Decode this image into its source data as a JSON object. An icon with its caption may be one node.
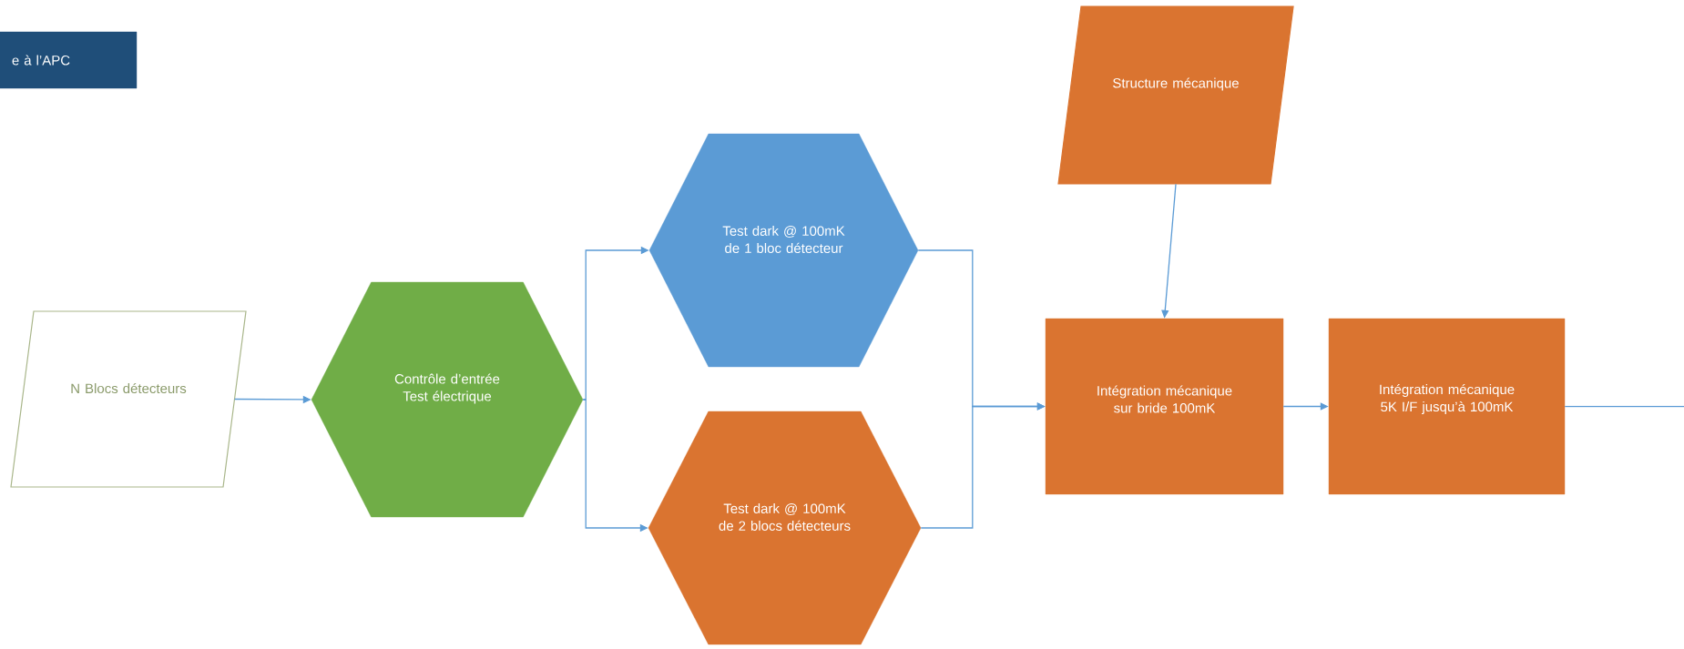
{
  "diagram": {
    "nodes": [
      {
        "text": [
          "e à l’APC"
        ]
      },
      {
        "text": [
          "N Blocs détecteurs"
        ]
      },
      {
        "text": [
          "Contrôle d’entrée Test électrique"
        ]
      },
      {
        "text": [
          "Test dark @ 100mK de 1 bloc détecteur"
        ]
      },
      {
        "text": [
          "Test dark @ 100mK de 2 blocs détecteurs"
        ]
      },
      {
        "text": [
          "Structure mécanique"
        ]
      },
      {
        "text": [
          "Intégration mécanique sur bride 100mK"
        ]
      },
      {
        "text": [
          "Intégration mécanique 5K I/F jusqu’à 100mK"
        ]
      }
    ],
    "edges": [
      {
        "from": 1,
        "to": 2,
        "arrow": "to"
      },
      {
        "from": 2,
        "to": 3,
        "arrow": "to"
      },
      {
        "from": 2,
        "to": 4,
        "arrow": "to"
      },
      {
        "from": 3,
        "to": 6,
        "arrow": "to"
      },
      {
        "from": 4,
        "to": 6,
        "arrow": "to"
      },
      {
        "from": 5,
        "to": 6,
        "arrow": "to"
      },
      {
        "from": 6,
        "to": 7,
        "arrow": "to"
      },
      {
        "from": 7,
        "to": null,
        "arrow": "none"
      }
    ]
  }
}
